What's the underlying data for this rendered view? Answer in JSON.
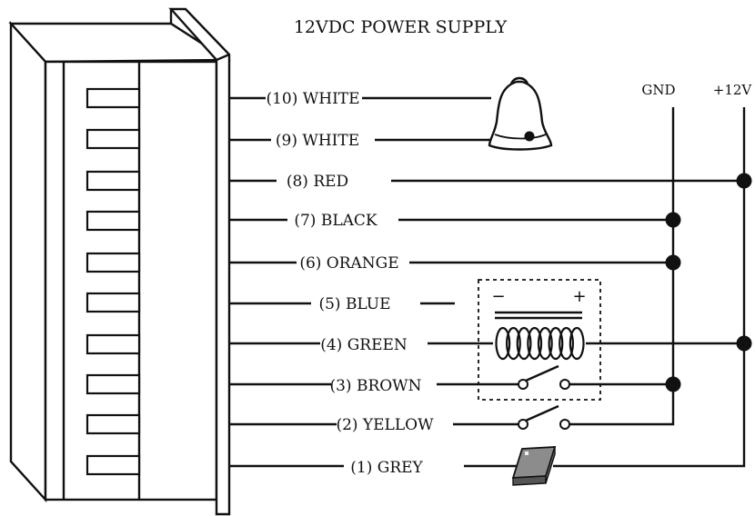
{
  "diagram": {
    "title": "12VDC POWER SUPPLY",
    "rails": {
      "gnd": "GND",
      "plus12": "+12V"
    },
    "relay": {
      "minus": "−",
      "plus": "+"
    },
    "wires": [
      {
        "label": "(10)  WHITE"
      },
      {
        "label": "(9)  WHITE"
      },
      {
        "label": "(8)  RED"
      },
      {
        "label": "(7)  BLACK"
      },
      {
        "label": "(6)  ORANGE"
      },
      {
        "label": "(5)  BLUE"
      },
      {
        "label": "(4)  GREEN"
      },
      {
        "label": "(3)  BROWN"
      },
      {
        "label": "(2)  YELLOW"
      },
      {
        "label": "(1)  GREY"
      }
    ]
  }
}
